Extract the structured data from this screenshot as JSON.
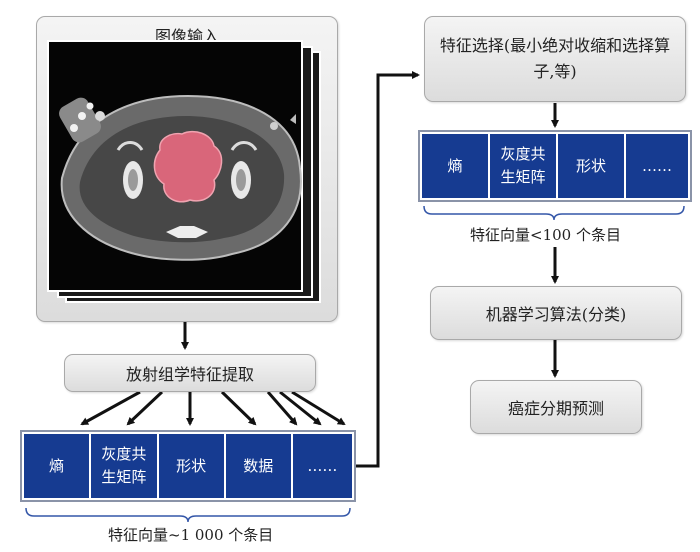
{
  "input": {
    "title": "图像输入"
  },
  "extraction": {
    "label": "放射组学特征提取"
  },
  "features_left": {
    "cells": [
      "熵",
      "灰度共生矩阵",
      "形状",
      "数据",
      "……"
    ],
    "caption": "特征向量~1 000 个条目"
  },
  "selection": {
    "label": "特征选择(最小绝对收缩和选择算子,等)"
  },
  "features_right": {
    "cells": [
      "熵",
      "灰度共生矩阵",
      "形状",
      "……"
    ],
    "caption": "特征向量<100 个条目"
  },
  "ml": {
    "label": "机器学习算法(分类)"
  },
  "output": {
    "label": "癌症分期预测"
  },
  "colors": {
    "cell": "#163b91",
    "tumor": "#d9667a",
    "box": "#e6e6e6"
  }
}
